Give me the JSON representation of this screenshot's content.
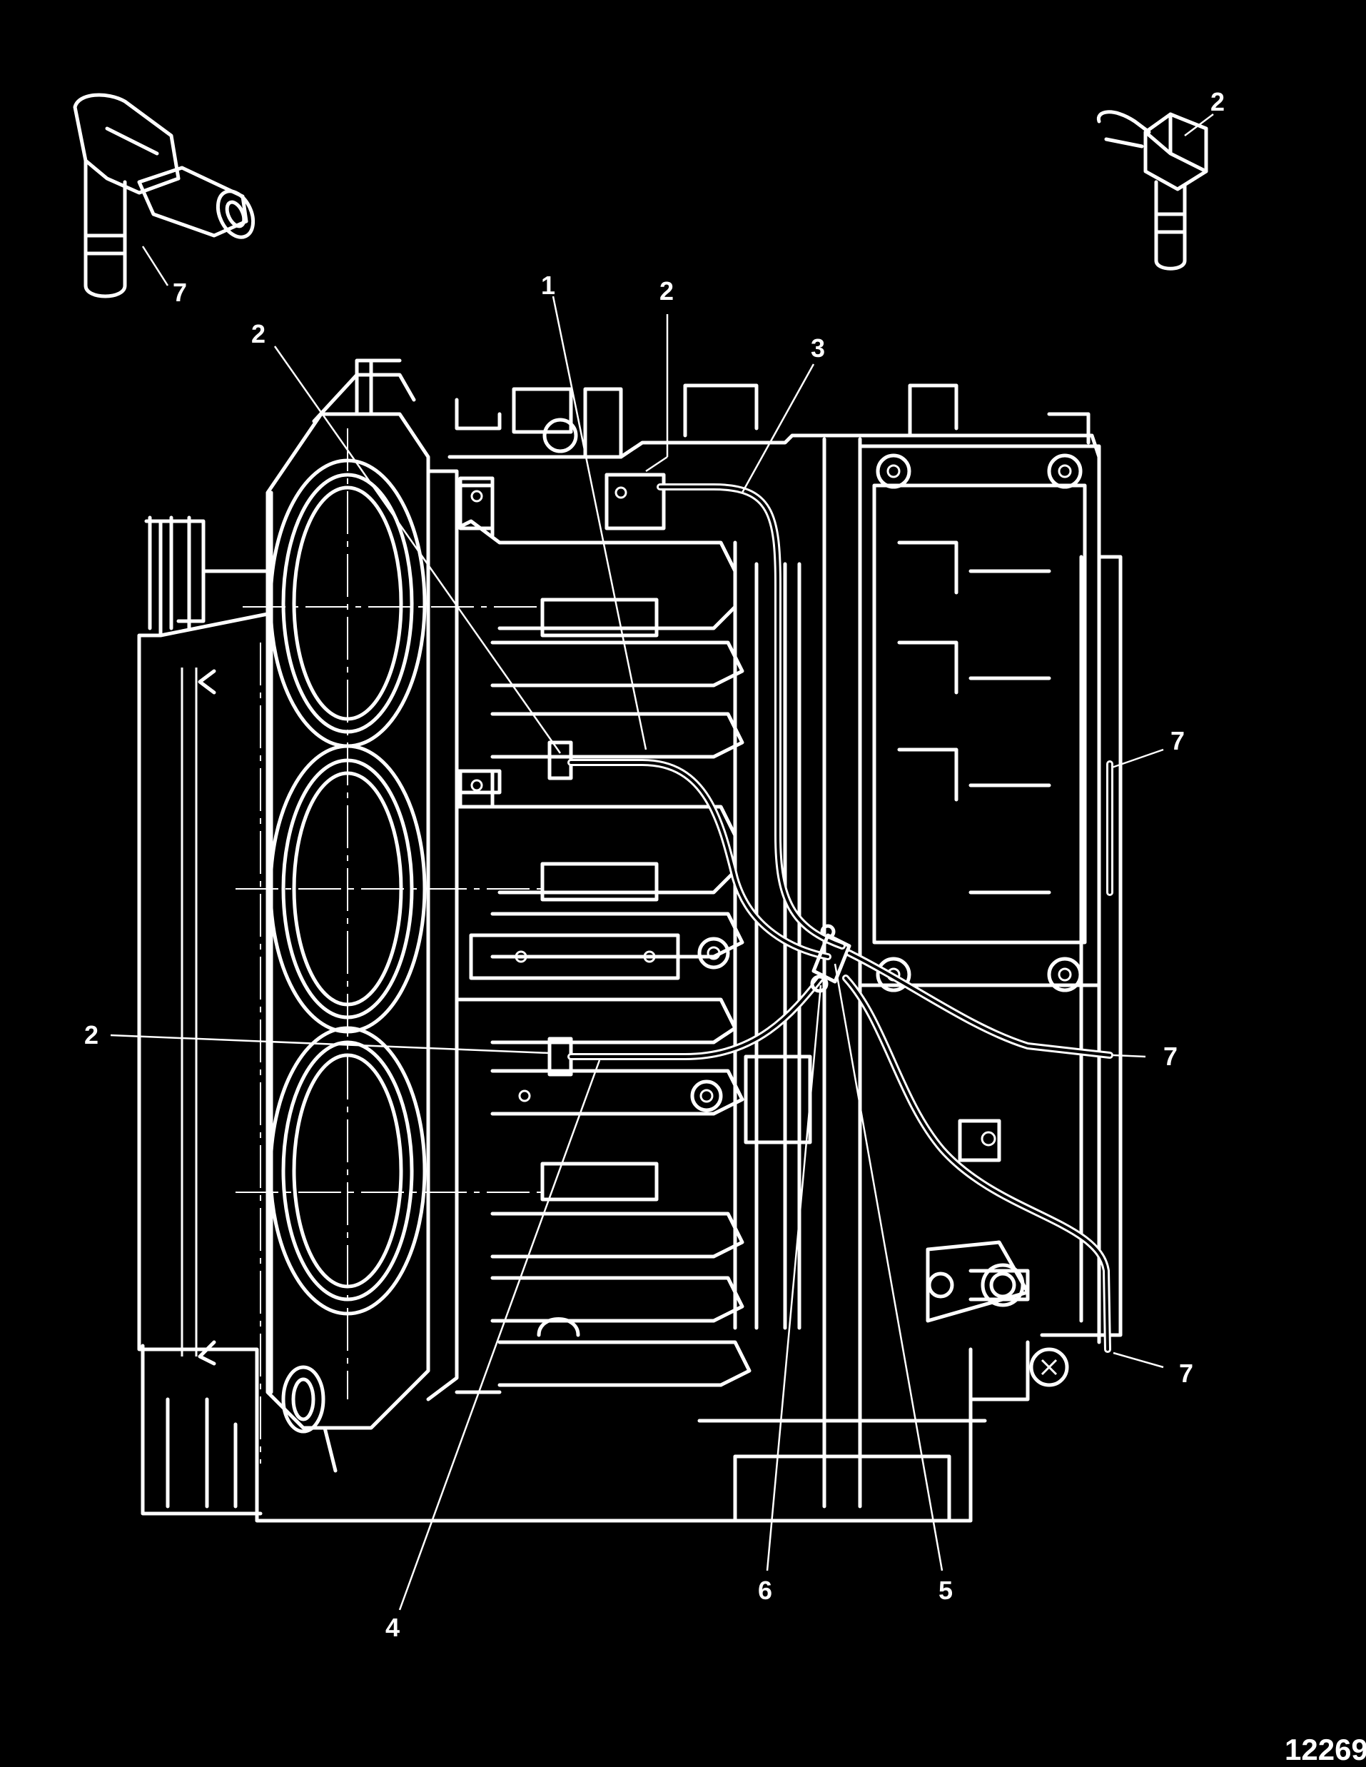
{
  "figure": {
    "id": "12269",
    "background": "#000000",
    "line_color": "#ffffff"
  },
  "labels": {
    "l1": "1",
    "l2_upper": "2",
    "l2_left": "2",
    "l2_mid": "2",
    "l2_inset": "2",
    "l3": "3",
    "l4": "4",
    "l5": "5",
    "l6": "6",
    "l7_inset": "7",
    "l7_upper": "7",
    "l7_mid": "7",
    "l7_lower": "7"
  }
}
